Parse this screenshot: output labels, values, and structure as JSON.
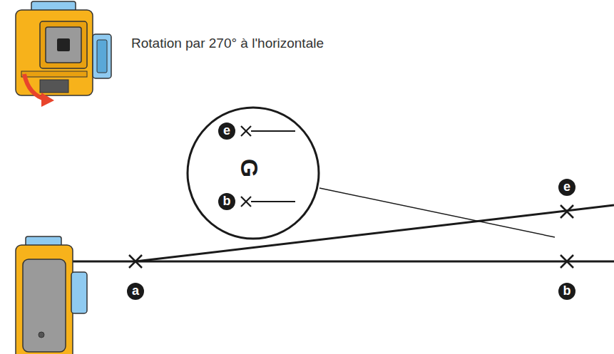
{
  "diagram": {
    "labels": [
      "Rotation par 270° à l'horizontale",
      "e",
      "G",
      "b",
      "e",
      "a",
      "b"
    ]
  }
}
